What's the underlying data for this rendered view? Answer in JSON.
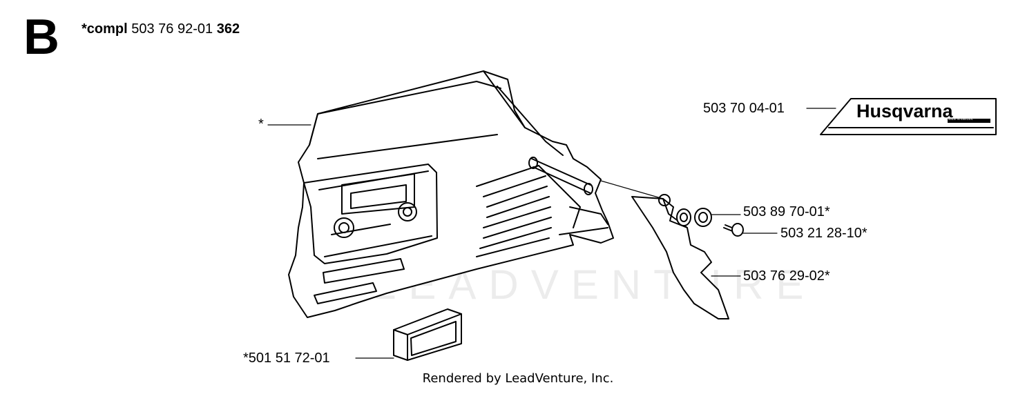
{
  "section": {
    "letter": "B",
    "prefix": "*compl",
    "number": "503 76 92-01",
    "model": "362"
  },
  "labels": {
    "cover": "*",
    "decal": "503 70 04-01",
    "bushing": "503 89 70-01*",
    "screw": "503 21 28-10*",
    "guard_plate": "503 76 29-02*",
    "pad": "*501 51 72-01"
  },
  "decal": {
    "brand": "Husqvarna",
    "tagline": "MADE IN SWEDEN"
  },
  "watermark": "LEADVENTURE",
  "footer": "Rendered by LeadVenture, Inc."
}
